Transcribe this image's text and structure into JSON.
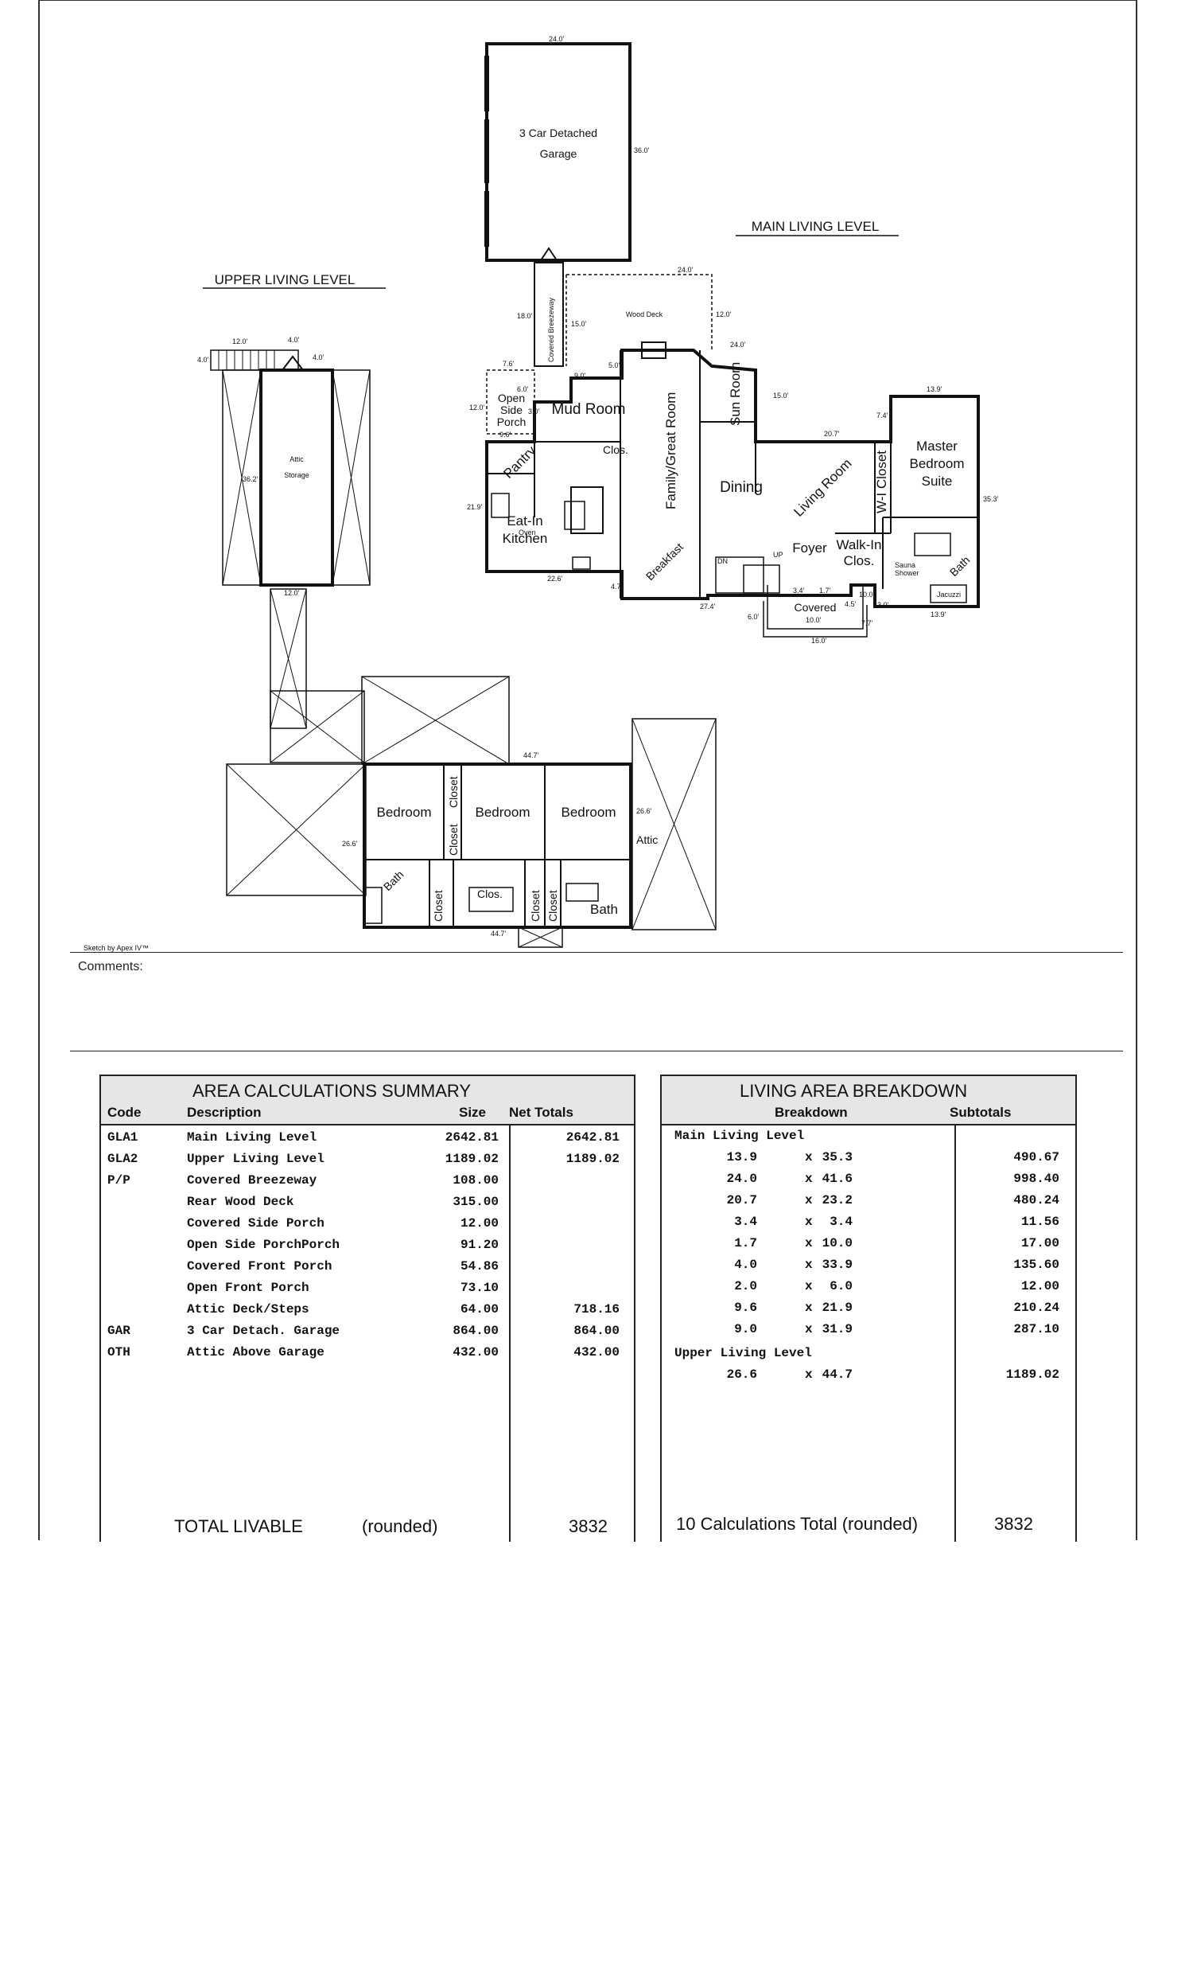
{
  "plan": {
    "garage_dim_top": "24.0'",
    "garage_dim_right": "36.0'",
    "garage_label_1": "3 Car Detached",
    "garage_label_2": "Garage",
    "main_level_title": "MAIN LIVING LEVEL",
    "upper_level_title": "UPPER LIVING LEVEL",
    "breezeway": "Covered Breezeway",
    "wood_deck": "Wood Deck",
    "mud_room": "Mud Room",
    "open_side_porch_1": "Open",
    "open_side_porch_2": "Side",
    "open_side_porch_3": "Porch",
    "pantry": "Pantry",
    "clos": "Clos.",
    "family_great_room": "Family/Great Room",
    "sun_room": "Sun Room",
    "dining": "Dining",
    "living_room": "Living Room",
    "wi_closet": "W-I Closet",
    "master_1": "Master",
    "master_2": "Bedroom",
    "master_3": "Suite",
    "eat_in_1": "Eat-In",
    "eat_in_2": "Kitchen",
    "breakfast": "Breakfast",
    "foyer": "Foyer",
    "walk_in_1": "Walk-In",
    "walk_in_2": "Clos.",
    "bath": "Bath",
    "sauna_1": "Sauna",
    "sauna_2": "Shower",
    "jacuzzi": "Jacuzzi",
    "covered": "Covered",
    "attic_storage_1": "Attic",
    "attic_storage_2": "Storage",
    "bedroom": "Bedroom",
    "closet": "Closet",
    "attic": "Attic",
    "up": "UP",
    "dn": "DN",
    "oven": "Oven",
    "dims": {
      "d24_deck": "24.0'",
      "d18": "18.0'",
      "d15a": "15.0'",
      "d12a": "12.0'",
      "d24b": "24.0'",
      "d76": "7.6'",
      "d50": "5.0'",
      "d90": "9.0'",
      "d60": "6.0'",
      "d120": "12.0'",
      "d30": "3.0'",
      "d96": "9.6'",
      "d219": "21.9'",
      "d226": "22.6'",
      "d47": "4.7'",
      "d274": "27.4'",
      "d15b": "15.0'",
      "d207": "20.7'",
      "d74": "7.4'",
      "d139a": "13.9'",
      "d353": "35.3'",
      "d139b": "13.9'",
      "d34": "3.4'",
      "d17": "1.7'",
      "d100a": "10.0'",
      "d100b": "10.0'",
      "d45": "4.5'",
      "d30b": "3.0'",
      "d77": "7.7'",
      "d60b": "6.0'",
      "d160": "16.0'",
      "up12": "12.0'",
      "up40a": "4.0'",
      "up40b": "4.0'",
      "up40c": "4.0'",
      "up362": "36.2'",
      "up120b": "12.0'",
      "d447a": "44.7'",
      "d266a": "26.6'",
      "d266b": "26.6'",
      "d447b": "44.7'"
    },
    "sketch_credit": "Sketch by Apex IV™"
  },
  "comments_label": "Comments:",
  "area_summary": {
    "title": "AREA CALCULATIONS SUMMARY",
    "headers": {
      "code": "Code",
      "description": "Description",
      "size": "Size",
      "net": "Net Totals"
    },
    "rows": [
      {
        "code": "GLA1",
        "description": "Main Living Level",
        "size": "2642.81",
        "net": "2642.81"
      },
      {
        "code": "GLA2",
        "description": "Upper Living Level",
        "size": "1189.02",
        "net": "1189.02"
      },
      {
        "code": "P/P",
        "description": "Covered Breezeway",
        "size": "108.00",
        "net": ""
      },
      {
        "code": "",
        "description": "Rear Wood Deck",
        "size": "315.00",
        "net": ""
      },
      {
        "code": "",
        "description": "Covered Side Porch",
        "size": "12.00",
        "net": ""
      },
      {
        "code": "",
        "description": "Open Side PorchPorch",
        "size": "91.20",
        "net": ""
      },
      {
        "code": "",
        "description": "Covered Front Porch",
        "size": "54.86",
        "net": ""
      },
      {
        "code": "",
        "description": "Open Front Porch",
        "size": "73.10",
        "net": ""
      },
      {
        "code": "",
        "description": "Attic Deck/Steps",
        "size": "64.00",
        "net": "718.16"
      },
      {
        "code": "GAR",
        "description": "3 Car Detach. Garage",
        "size": "864.00",
        "net": "864.00"
      },
      {
        "code": "OTH",
        "description": "Attic Above Garage",
        "size": "432.00",
        "net": "432.00"
      }
    ],
    "total_label": "TOTAL LIVABLE",
    "total_rounded": "(rounded)",
    "total_value": "3832"
  },
  "living_breakdown": {
    "title": "LIVING AREA BREAKDOWN",
    "headers": {
      "breakdown": "Breakdown",
      "subtotals": "Subtotals"
    },
    "section_main": "Main Living Level",
    "x": "x",
    "main_rows": [
      {
        "a": "13.9",
        "b": "35.3",
        "sub": "490.67"
      },
      {
        "a": "24.0",
        "b": "41.6",
        "sub": "998.40"
      },
      {
        "a": "20.7",
        "b": "23.2",
        "sub": "480.24"
      },
      {
        "a": "3.4",
        "b": "3.4",
        "sub": "11.56"
      },
      {
        "a": "1.7",
        "b": "10.0",
        "sub": "17.00"
      },
      {
        "a": "4.0",
        "b": "33.9",
        "sub": "135.60"
      },
      {
        "a": "2.0",
        "b": "6.0",
        "sub": "12.00"
      },
      {
        "a": "9.6",
        "b": "21.9",
        "sub": "210.24"
      },
      {
        "a": "9.0",
        "b": "31.9",
        "sub": "287.10"
      }
    ],
    "section_upper": "Upper Living Level",
    "upper_rows": [
      {
        "a": "26.6",
        "b": "44.7",
        "sub": "1189.02"
      }
    ],
    "total_label": "10 Calculations Total (rounded)",
    "total_value": "3832"
  }
}
